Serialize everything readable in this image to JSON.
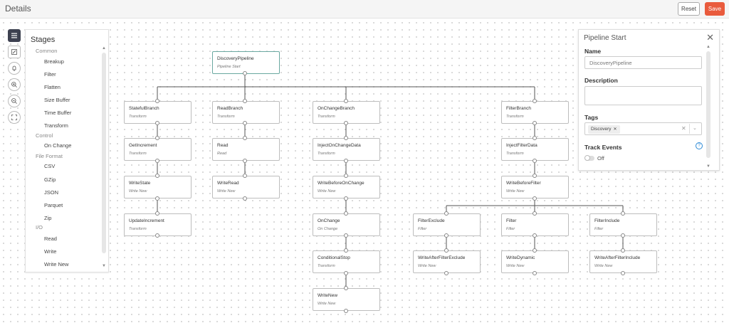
{
  "header": {
    "title": "Details",
    "reset_label": "Reset",
    "save_label": "Save"
  },
  "toolbar": {
    "tools": [
      {
        "icon": "stages-list-icon",
        "active": true
      },
      {
        "icon": "edit-icon",
        "active": false
      },
      {
        "icon": "bell-icon",
        "active": false
      },
      {
        "icon": "zoom-in-icon",
        "active": false
      },
      {
        "icon": "zoom-out-icon",
        "active": false
      },
      {
        "icon": "fit-screen-icon",
        "active": false
      }
    ]
  },
  "stages": {
    "title": "Stages",
    "categories": [
      {
        "label": "Common",
        "items": [
          "Breakup",
          "Filter",
          "Flatten",
          "Size Buffer",
          "Time Buffer",
          "Transform"
        ]
      },
      {
        "label": "Control",
        "items": [
          "On Change"
        ]
      },
      {
        "label": "File Format",
        "items": [
          "CSV",
          "GZip",
          "JSON",
          "Parquet",
          "Zip"
        ]
      },
      {
        "label": "I/O",
        "items": [
          "Read",
          "Write",
          "Write New"
        ]
      }
    ]
  },
  "pipeline": {
    "nodes": [
      {
        "name": "DiscoveryPipeline",
        "type": "Pipeline Start"
      },
      {
        "name": "StatefulBranch",
        "type": "Transform"
      },
      {
        "name": "GetIncrement",
        "type": "Transform"
      },
      {
        "name": "WriteState",
        "type": "Write New"
      },
      {
        "name": "UpdateIncrement",
        "type": "Transform"
      },
      {
        "name": "ReadBranch",
        "type": "Transform"
      },
      {
        "name": "Read",
        "type": "Read"
      },
      {
        "name": "WriteRead",
        "type": "Write New"
      },
      {
        "name": "OnChangeBranch",
        "type": "Transform"
      },
      {
        "name": "InjectOnChangeData",
        "type": "Transform"
      },
      {
        "name": "WriteBeforeOnChange",
        "type": "Write New"
      },
      {
        "name": "OnChange",
        "type": "On Change"
      },
      {
        "name": "ConditionalStop",
        "type": "Transform"
      },
      {
        "name": "WriteNew",
        "type": "Write New"
      },
      {
        "name": "FilterBranch",
        "type": "Transform"
      },
      {
        "name": "InjectFilterData",
        "type": "Transform"
      },
      {
        "name": "WriteBeforeFilter",
        "type": "Write New"
      },
      {
        "name": "FilterExclude",
        "type": "Filter"
      },
      {
        "name": "WriteAfterFilterExclude",
        "type": "Write New"
      },
      {
        "name": "Filter",
        "type": "Filter"
      },
      {
        "name": "WriteDynamic",
        "type": "Write New"
      },
      {
        "name": "FilterInclude",
        "type": "Filter"
      },
      {
        "name": "WriteAfterFilterInclude",
        "type": "Write New"
      }
    ]
  },
  "details_panel": {
    "title": "Pipeline Start",
    "name_label": "Name",
    "name_value": "DiscoveryPipeline",
    "description_label": "Description",
    "description_value": "",
    "tags_label": "Tags",
    "tags": [
      "Discovery"
    ],
    "track_events_label": "Track Events",
    "track_events_value": "Off"
  },
  "colors": {
    "accent": "#e95b3d",
    "start_border": "#6aa8a0",
    "help": "#2b89d6"
  }
}
